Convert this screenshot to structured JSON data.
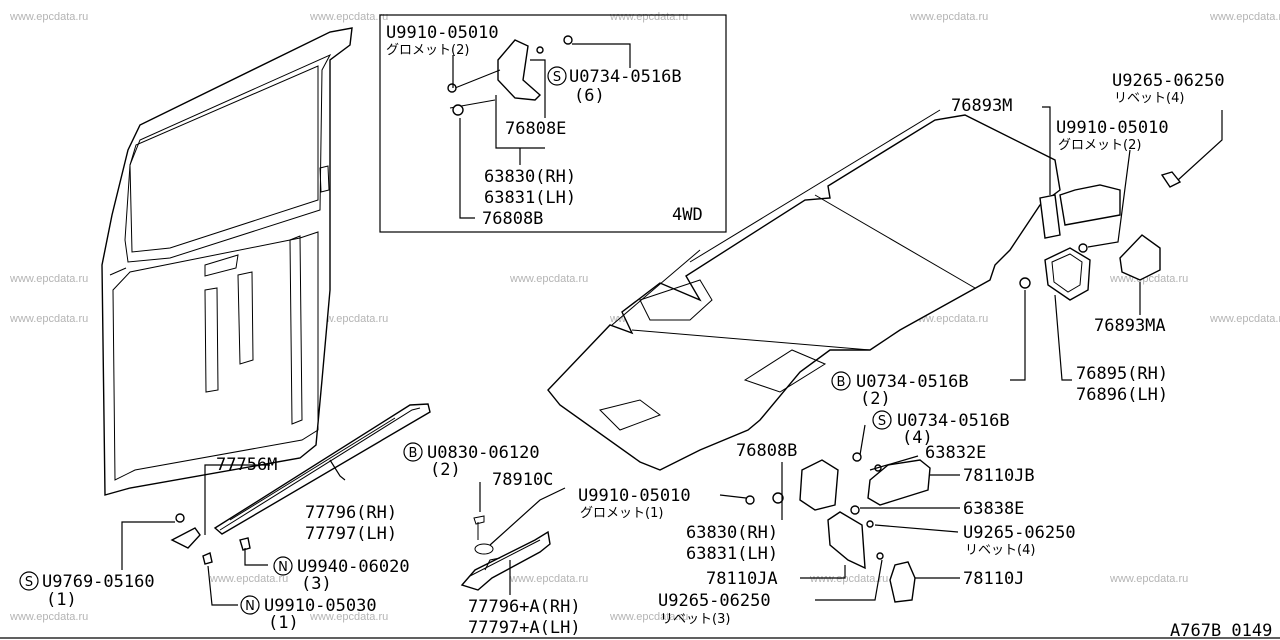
{
  "watermark": "www.epcdata.ru",
  "diagram_code": "A767B 0149",
  "inset_tag": "4WD",
  "labels": {
    "inset_grommet_part": "U9910-05010",
    "inset_grommet_sub": "グロメット(2)",
    "inset_screw_part": "U0734-0516B",
    "inset_screw_qty": "(6)",
    "inset_76808e": "76808E",
    "inset_63830": "63830(RH)",
    "inset_63831": "63831(LH)",
    "inset_76808b": "76808B",
    "p76893m": "76893M",
    "rivet_top_part": "U9265-06250",
    "rivet_top_sub": "リベット(4)",
    "grommet_right_part": "U9910-05010",
    "grommet_right_sub": "グロメット(2)",
    "p76893ma": "76893MA",
    "bolt_b_part": "U0734-0516B",
    "bolt_b_qty": "(2)",
    "p76895": "76895(RH)",
    "p76896": "76896(LH)",
    "screw_s_right_part": "U0734-0516B",
    "screw_s_right_qty": "(4)",
    "p76808b": "76808B",
    "p63832e": "63832E",
    "p78110jb": "78110JB",
    "grommet_mid_part": "U9910-05010",
    "grommet_mid_sub": "グロメット(1)",
    "p63838e": "63838E",
    "p63830": "63830(RH)",
    "p63831": "63831(LH)",
    "rivet_mid_part": "U9265-06250",
    "rivet_mid_sub": "リベット(4)",
    "p78110ja": "78110JA",
    "p78110j": "78110J",
    "rivet_bot_part": "U9265-06250",
    "rivet_bot_sub": "リベット(3)",
    "bolt_b_left_part": "U0830-06120",
    "bolt_b_left_qty": "(2)",
    "p78910c": "78910C",
    "p77756m": "77756M",
    "p77796": "77796(RH)",
    "p77797": "77797(LH)",
    "p77796a": "77796+A(RH)",
    "p77797a": "77797+A(LH)",
    "screw_s_left_part": "U9769-05160",
    "screw_s_left_qty": "(1)",
    "nut_n1_part": "U9940-06020",
    "nut_n1_qty": "(3)",
    "nut_n2_part": "U9910-05030",
    "nut_n2_qty": "(1)"
  },
  "symbols": {
    "S": "S",
    "B": "B",
    "N": "N"
  },
  "colors": {
    "line": "#000000",
    "watermark": "#b4b4b4",
    "background": "#ffffff"
  }
}
